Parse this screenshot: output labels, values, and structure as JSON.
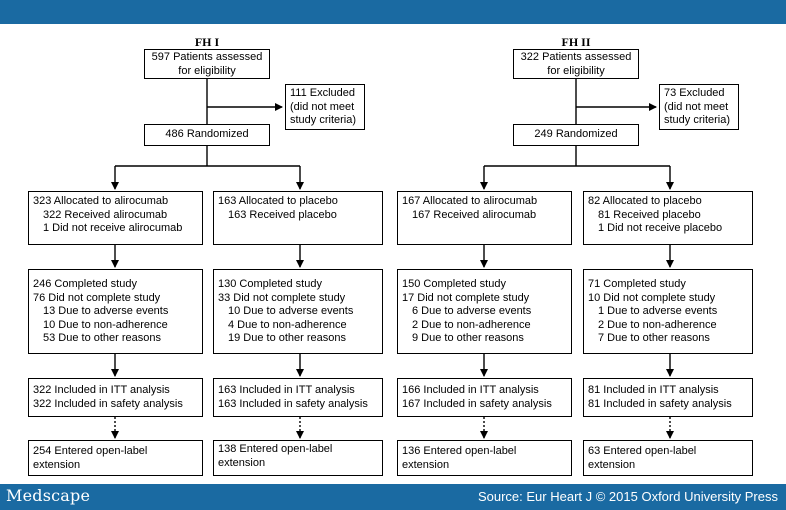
{
  "left": {
    "title": "FH I",
    "assessed": [
      "597 Patients assessed",
      "for eligibility"
    ],
    "excluded": [
      "111 Excluded",
      "(did not meet",
      "study criteria)"
    ],
    "randomized": "486 Randomized",
    "arm_a": {
      "allocated": [
        "323 Allocated to alirocumab",
        "322 Received alirocumab",
        "1 Did not receive alirocumab"
      ],
      "completion": [
        "246 Completed study",
        "76 Did not complete study",
        "13 Due to adverse events",
        "10 Due to non-adherence",
        "53 Due to other reasons"
      ],
      "analysis": [
        "322 Included in ITT analysis",
        "322 Included in safety analysis"
      ],
      "extension": [
        "254 Entered open-label",
        "extension"
      ]
    },
    "arm_b": {
      "allocated": [
        "163 Allocated to placebo",
        "163 Received placebo"
      ],
      "completion": [
        "130 Completed study",
        "33 Did not complete study",
        "10 Due to adverse events",
        "4 Due to non-adherence",
        "19 Due to other reasons"
      ],
      "analysis": [
        "163 Included in ITT analysis",
        "163 Included in safety analysis"
      ],
      "extension": [
        "138 Entered open-label",
        "extension"
      ]
    }
  },
  "right": {
    "title": "FH II",
    "assessed": [
      "322 Patients assessed",
      "for eligibility"
    ],
    "excluded": [
      "73 Excluded",
      "(did not meet",
      "study criteria)"
    ],
    "randomized": "249 Randomized",
    "arm_a": {
      "allocated": [
        "167 Allocated to alirocumab",
        "167 Received alirocumab"
      ],
      "completion": [
        "150 Completed study",
        "17 Did not complete study",
        "6 Due to adverse events",
        "2 Due to non-adherence",
        "9 Due to other reasons"
      ],
      "analysis": [
        "166 Included in ITT analysis",
        "167 Included in safety analysis"
      ],
      "extension": [
        "136 Entered open-label",
        "extension"
      ]
    },
    "arm_b": {
      "allocated": [
        "82 Allocated to placebo",
        "81 Received placebo",
        "1 Did not receive placebo"
      ],
      "completion": [
        "71 Completed study",
        "10 Did not complete study",
        "1 Due to adverse events",
        "2 Due to non-adherence",
        "7 Due to other reasons"
      ],
      "analysis": [
        "81 Included in ITT analysis",
        "81 Included in safety analysis"
      ],
      "extension": [
        "63 Entered open-label",
        "extension"
      ]
    }
  },
  "footer": {
    "logo": "Medscape",
    "source": "Source: Eur Heart J © 2015 Oxford University Press"
  },
  "colors": {
    "bar": "#1a6aa2",
    "line": "#000000",
    "text": "#000000"
  }
}
